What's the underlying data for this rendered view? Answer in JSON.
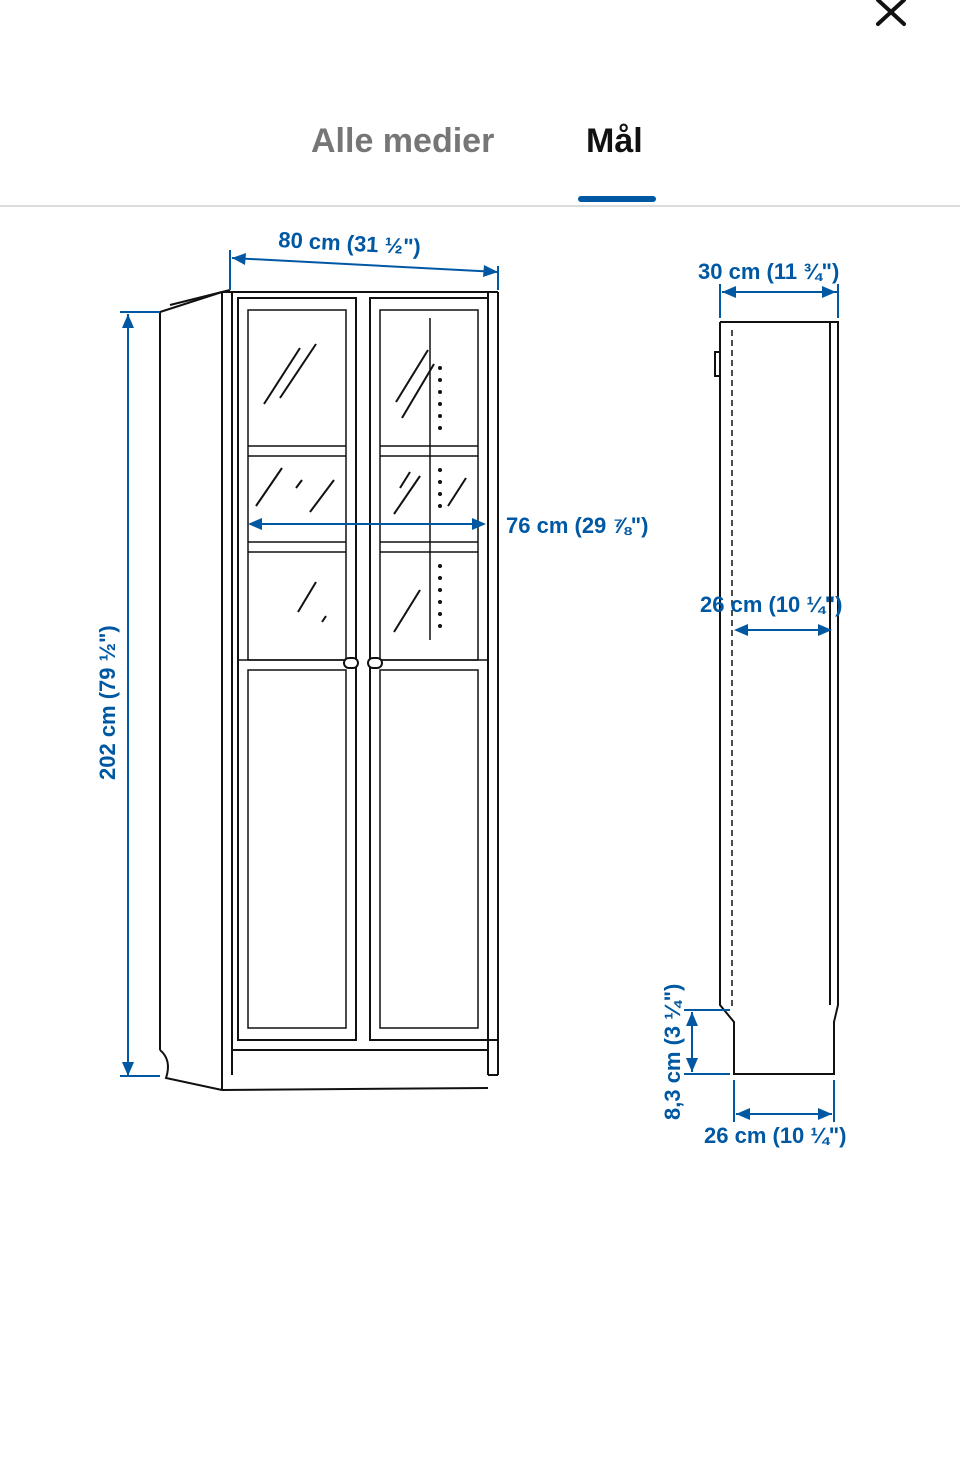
{
  "header": {
    "close_icon": "close-icon",
    "tabs": [
      {
        "label": "Alle medier",
        "active": false
      },
      {
        "label": "Mål",
        "active": true
      }
    ],
    "accent_color": "#0058a3"
  },
  "dimensions": {
    "width_total": "80 cm (31 ½\")",
    "width_inner": "76 cm (29 ⅞\")",
    "height_total": "202 cm (79 ½\")",
    "depth_total": "30 cm (11 ¾\")",
    "depth_inner": "26 cm (10 ¼\")",
    "plinth_height": "8,3 cm (3 ¼\")",
    "depth_base": "26 cm (10 ¼\")"
  }
}
